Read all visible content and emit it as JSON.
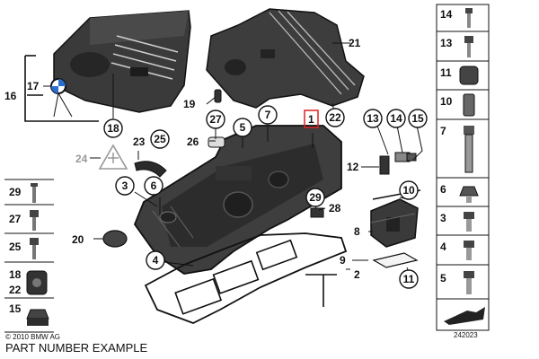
{
  "footer": {
    "copyright": "© 2010 BMW AG",
    "caption": "PART NUMBER EXAMPLE",
    "diagram_id": "242023"
  },
  "colors": {
    "highlight": "#dd2222",
    "ink": "#111111",
    "grey_label": "#999999"
  },
  "callouts": {
    "c1": "1",
    "c2": "2",
    "c3": "3",
    "c4": "4",
    "c5": "5",
    "c6": "6",
    "c7": "7",
    "c8": "8",
    "c9": "9",
    "c10": "10",
    "c11": "11",
    "c12": "12",
    "c13": "13",
    "c14": "14",
    "c15": "15",
    "c16": "16",
    "c17": "17",
    "c18": "18",
    "c19": "19",
    "c20": "20",
    "c21": "21",
    "c22": "22",
    "c23": "23",
    "c24": "24",
    "c25": "25",
    "c26": "26",
    "c27": "27",
    "c28": "28",
    "c29": "29"
  },
  "sidebar_right": [
    "14",
    "13",
    "11",
    "10",
    "7",
    "6",
    "3",
    "4",
    "5"
  ],
  "sidebar_left": [
    "29",
    "27",
    "25",
    "18",
    "22",
    "15"
  ]
}
